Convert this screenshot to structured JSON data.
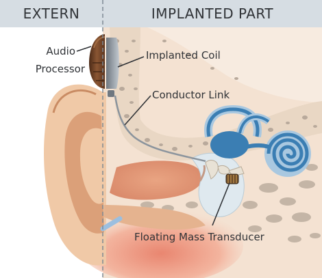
{
  "header": {
    "left_title": "EXTERN",
    "right_title": "IMPLANTED PART"
  },
  "labels": {
    "audio_line1": "Audio",
    "audio_line2": "Processor",
    "coil": "Implanted Coil",
    "conductor": "Conductor Link",
    "fmt": "Floating Mass Transducer"
  },
  "colors": {
    "header_bg": "#d6dde3",
    "skin": "#f0c9a7",
    "skin_dark": "#dba079",
    "tissue": "#f2dcc8",
    "bone": "#b8a99b",
    "inner_ear": "#3b7eb3",
    "inner_ear_light": "#a9c8e0",
    "processor": "#6b3f24",
    "text": "#2f3236"
  }
}
